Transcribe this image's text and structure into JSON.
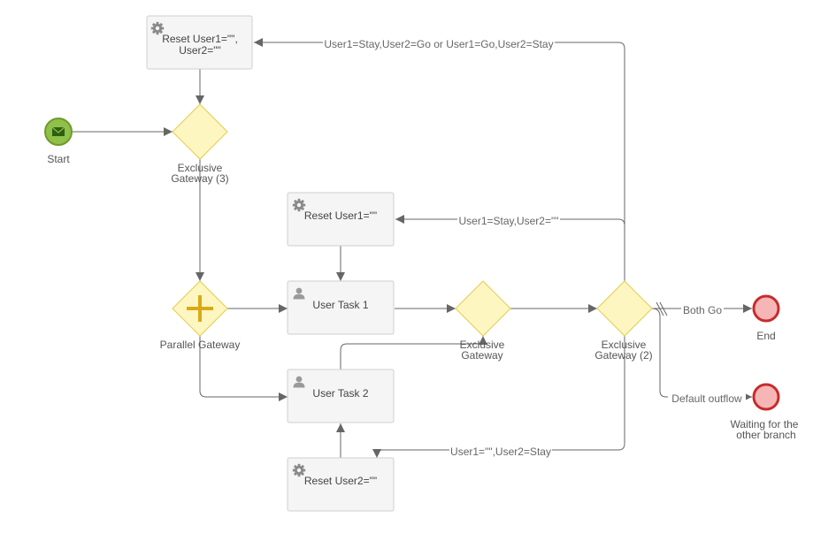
{
  "nodes": {
    "start": {
      "label": "Start"
    },
    "reset_both": {
      "label_line1": "Reset User1=\"\",",
      "label_line2": "User2=\"\""
    },
    "gw3": {
      "label_line1": "Exclusive",
      "label_line2": "Gateway (3)"
    },
    "reset1": {
      "label": "Reset User1=\"\""
    },
    "parallel": {
      "label": "Parallel Gateway"
    },
    "task1": {
      "label": "User Task 1"
    },
    "task2": {
      "label": "User Task 2"
    },
    "gw": {
      "label_line1": "Exclusive",
      "label_line2": "Gateway"
    },
    "gw2": {
      "label_line1": "Exclusive",
      "label_line2": "Gateway (2)"
    },
    "reset2": {
      "label": "Reset User2=\"\""
    },
    "end": {
      "label": "End"
    },
    "waiting": {
      "label_line1": "Waiting for the",
      "label_line2": "other branch"
    }
  },
  "edges": {
    "both_stay_or_go": "User1=Stay,User2=Go or User1=Go,User2=Stay",
    "user1_stay": "User1=Stay,User2=\"\"",
    "user2_stay": "User1=\"\",User2=Stay",
    "both_go": "Both Go",
    "default": "Default outflow"
  },
  "colors": {
    "start_fill": "#8fc04a",
    "start_stroke": "#6f9a2c",
    "end_fill": "#f7b6b6",
    "end_stroke": "#c72c2c",
    "gateway_fill": "#fdf6c0",
    "gateway_stroke": "#e2cd4e",
    "parallel_plus": "#d9a91a",
    "task_fill": "#f5f5f5",
    "edge": "#666666"
  },
  "icons": {
    "start": "envelope-icon",
    "service_task": "gear-icon",
    "user_task": "user-icon",
    "parallel_gateway": "plus-icon"
  }
}
